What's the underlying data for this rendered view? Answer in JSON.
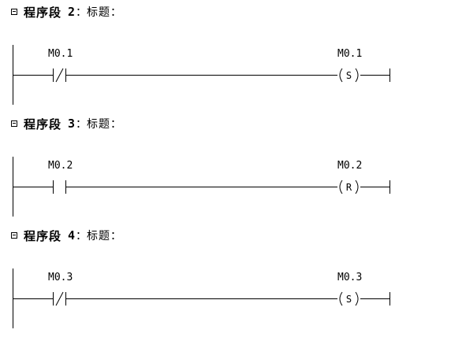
{
  "networks": [
    {
      "label": "程序段",
      "number": "2",
      "colon": "：",
      "title": "标题：",
      "contact": {
        "address": "M0.1",
        "type": "normally-closed"
      },
      "coil": {
        "address": "M0.1",
        "letter": "S"
      }
    },
    {
      "label": "程序段",
      "number": "3",
      "colon": "：",
      "title": "标题：",
      "contact": {
        "address": "M0.2",
        "type": "normally-open"
      },
      "coil": {
        "address": "M0.2",
        "letter": "R"
      }
    },
    {
      "label": "程序段",
      "number": "4",
      "colon": "：",
      "title": "标题：",
      "contact": {
        "address": "M0.3",
        "type": "normally-closed"
      },
      "coil": {
        "address": "M0.3",
        "letter": "S"
      }
    }
  ]
}
